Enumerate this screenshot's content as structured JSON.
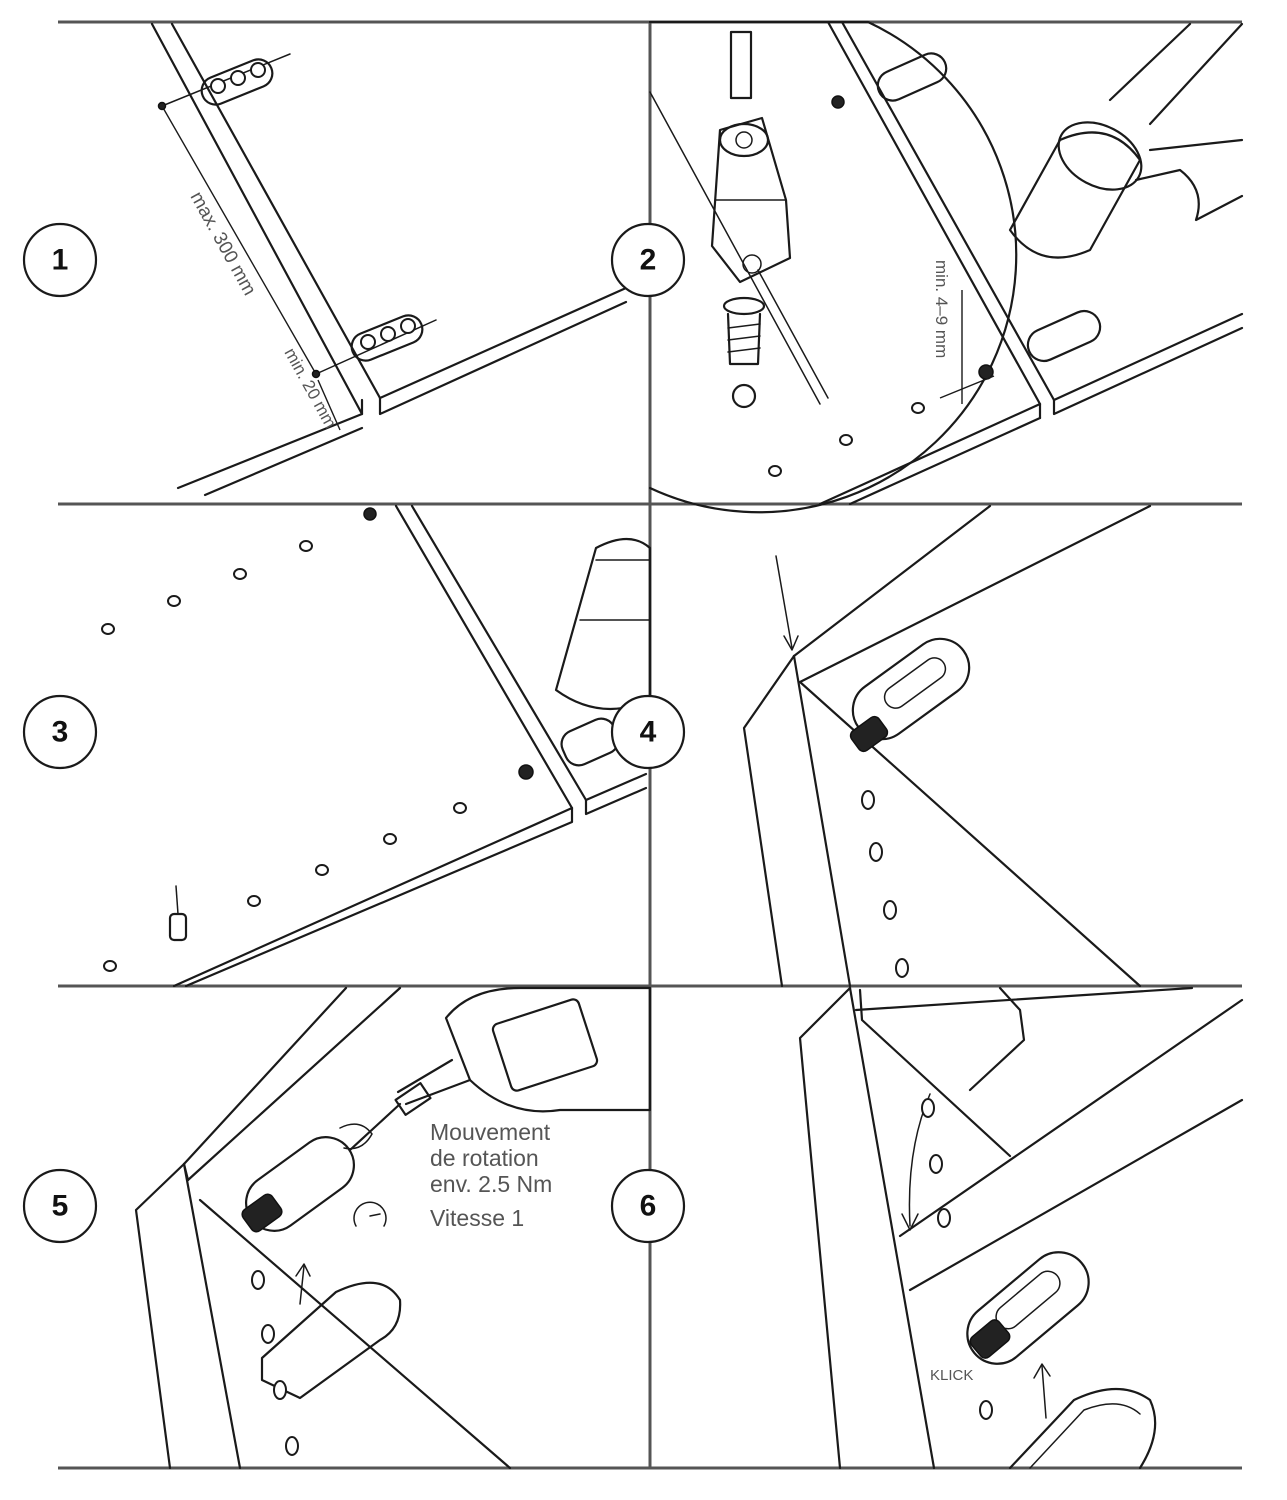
{
  "steps": [
    {
      "number": "1"
    },
    {
      "number": "2"
    },
    {
      "number": "3"
    },
    {
      "number": "4"
    },
    {
      "number": "5"
    },
    {
      "number": "6"
    }
  ],
  "dimensions": {
    "max_spacing": "max. 300 mm",
    "min_edge": "min. 20 mm",
    "drill_depth": "min. 4–9 mm"
  },
  "torque_note": {
    "line1": "Mouvement",
    "line2": "de rotation",
    "line3": "env. 2.5 Nm",
    "line4": "Vitesse 1"
  },
  "click_label": "KLICK"
}
